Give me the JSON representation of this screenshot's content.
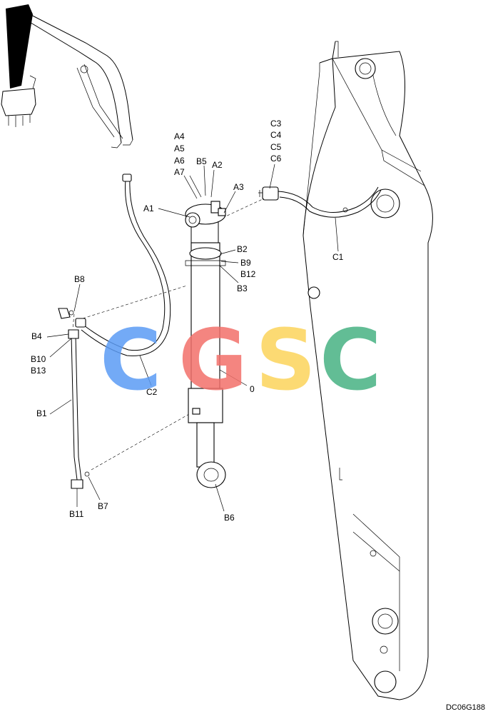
{
  "drawing_code": "DC06G188",
  "watermark": {
    "letters": [
      "C",
      "G",
      "S",
      "C"
    ],
    "colors": [
      "#5b9bf5",
      "#f2706a",
      "#fcd45a",
      "#46b283"
    ]
  },
  "callouts": {
    "a_group": [
      "A4",
      "A5",
      "A6",
      "A7"
    ],
    "c_group": [
      "C3",
      "C4",
      "C5",
      "C6"
    ],
    "b5": "B5",
    "a2": "A2",
    "a3": "A3",
    "a1": "A1",
    "b2": "B2",
    "b9": "B9",
    "b12": "B12",
    "b3": "B3",
    "b8": "B8",
    "b4": "B4",
    "b10": "B10",
    "b13": "B13",
    "b1": "B1",
    "b11": "B11",
    "b7": "B7",
    "b6": "B6",
    "c1": "C1",
    "c2": "C2",
    "zero": "0"
  }
}
